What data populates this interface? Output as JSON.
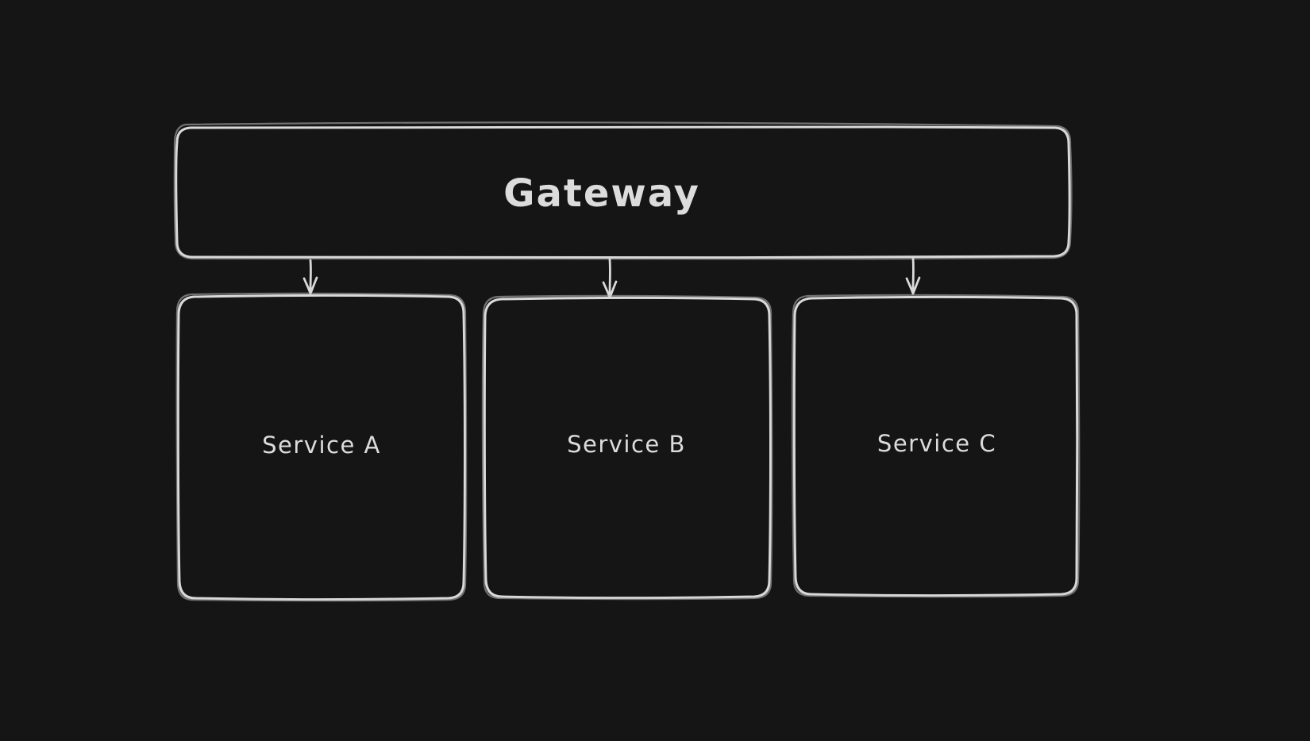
{
  "theme": {
    "canvas_background": "#151515",
    "stroke_color": "#d9d9d9",
    "sketch_stroke_color": "#bdbdbd",
    "text_color": "#dcdcdc"
  },
  "diagram": {
    "nodes": [
      {
        "id": "gateway",
        "label": "Gateway",
        "shape": "rounded-rectangle"
      },
      {
        "id": "service-a",
        "label": "Service A",
        "shape": "rounded-rectangle"
      },
      {
        "id": "service-b",
        "label": "Service B",
        "shape": "rounded-rectangle"
      },
      {
        "id": "service-c",
        "label": "Service C",
        "shape": "rounded-rectangle"
      }
    ],
    "edges": [
      {
        "from": "gateway",
        "to": "service-a",
        "style": "arrow-down"
      },
      {
        "from": "gateway",
        "to": "service-b",
        "style": "arrow-down"
      },
      {
        "from": "gateway",
        "to": "service-c",
        "style": "arrow-down"
      }
    ]
  }
}
